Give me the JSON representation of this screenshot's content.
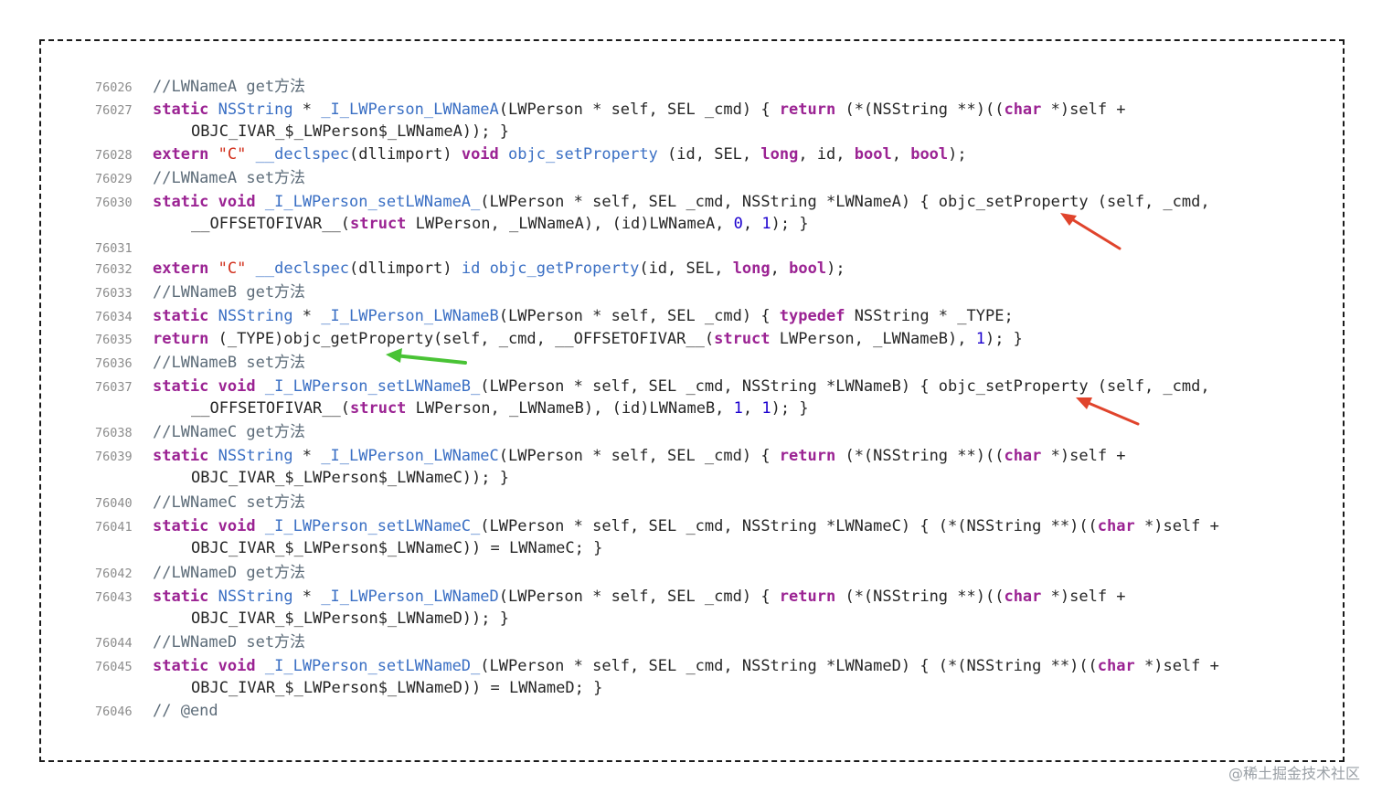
{
  "code": {
    "lines": [
      {
        "n": "76026",
        "parts": [
          {
            "t": "//LWNameA get方法",
            "c": "cm"
          }
        ]
      },
      {
        "n": "76027",
        "parts": [
          {
            "t": "static",
            "c": "kw"
          },
          {
            "t": " "
          },
          {
            "t": "NSString",
            "c": "ty"
          },
          {
            "t": " * "
          },
          {
            "t": "_I_LWPerson_LWNameA",
            "c": "ty"
          },
          {
            "t": "(LWPerson * self, SEL _cmd) { "
          },
          {
            "t": "return",
            "c": "kw"
          },
          {
            "t": " (*(NSString **)(("
          },
          {
            "t": "char",
            "c": "kw"
          },
          {
            "t": " *)self +"
          }
        ]
      },
      {
        "n": "",
        "cont": true,
        "parts": [
          {
            "t": "OBJC_IVAR_$_LWPerson$_LWNameA)); }"
          }
        ]
      },
      {
        "n": "76028",
        "parts": [
          {
            "t": "extern",
            "c": "kw"
          },
          {
            "t": " "
          },
          {
            "t": "\"C\"",
            "c": "str"
          },
          {
            "t": " "
          },
          {
            "t": "__declspec",
            "c": "ty"
          },
          {
            "t": "(dllimport) "
          },
          {
            "t": "void",
            "c": "kw"
          },
          {
            "t": " "
          },
          {
            "t": "objc_setProperty",
            "c": "ty"
          },
          {
            "t": " (id, SEL, "
          },
          {
            "t": "long",
            "c": "kw"
          },
          {
            "t": ", id, "
          },
          {
            "t": "bool",
            "c": "kw"
          },
          {
            "t": ", "
          },
          {
            "t": "bool",
            "c": "kw"
          },
          {
            "t": ");"
          }
        ]
      },
      {
        "n": "76029",
        "parts": [
          {
            "t": "//LWNameA set方法",
            "c": "cm"
          }
        ]
      },
      {
        "n": "76030",
        "parts": [
          {
            "t": "static",
            "c": "kw"
          },
          {
            "t": " "
          },
          {
            "t": "void",
            "c": "kw"
          },
          {
            "t": " "
          },
          {
            "t": "_I_LWPerson_setLWNameA_",
            "c": "ty"
          },
          {
            "t": "(LWPerson * self, SEL _cmd, NSString *LWNameA) { objc_setProperty (self, _cmd,"
          }
        ]
      },
      {
        "n": "",
        "cont": true,
        "parts": [
          {
            "t": "__OFFSETOFIVAR__("
          },
          {
            "t": "struct",
            "c": "kw"
          },
          {
            "t": " LWPerson, _LWNameA), (id)LWNameA, "
          },
          {
            "t": "0",
            "c": "num"
          },
          {
            "t": ", "
          },
          {
            "t": "1",
            "c": "num"
          },
          {
            "t": "); }"
          }
        ]
      },
      {
        "n": "76031",
        "parts": []
      },
      {
        "n": "76032",
        "parts": [
          {
            "t": "extern",
            "c": "kw"
          },
          {
            "t": " "
          },
          {
            "t": "\"C\"",
            "c": "str"
          },
          {
            "t": " "
          },
          {
            "t": "__declspec",
            "c": "ty"
          },
          {
            "t": "(dllimport) "
          },
          {
            "t": "id",
            "c": "ty"
          },
          {
            "t": " "
          },
          {
            "t": "objc_getProperty",
            "c": "ty"
          },
          {
            "t": "(id, SEL, "
          },
          {
            "t": "long",
            "c": "kw"
          },
          {
            "t": ", "
          },
          {
            "t": "bool",
            "c": "kw"
          },
          {
            "t": ");"
          }
        ]
      },
      {
        "n": "76033",
        "parts": [
          {
            "t": "//LWNameB get方法",
            "c": "cm"
          }
        ]
      },
      {
        "n": "76034",
        "parts": [
          {
            "t": "static",
            "c": "kw"
          },
          {
            "t": " "
          },
          {
            "t": "NSString",
            "c": "ty"
          },
          {
            "t": " * "
          },
          {
            "t": "_I_LWPerson_LWNameB",
            "c": "ty"
          },
          {
            "t": "(LWPerson * self, SEL _cmd) { "
          },
          {
            "t": "typedef",
            "c": "kw"
          },
          {
            "t": " NSString * _TYPE;"
          }
        ]
      },
      {
        "n": "76035",
        "parts": [
          {
            "t": "return",
            "c": "kw"
          },
          {
            "t": " (_TYPE)objc_getProperty(self, _cmd, __OFFSETOFIVAR__("
          },
          {
            "t": "struct",
            "c": "kw"
          },
          {
            "t": " LWPerson, _LWNameB), "
          },
          {
            "t": "1",
            "c": "num"
          },
          {
            "t": "); }"
          }
        ]
      },
      {
        "n": "76036",
        "parts": [
          {
            "t": "//LWNameB set方法",
            "c": "cm"
          }
        ]
      },
      {
        "n": "76037",
        "parts": [
          {
            "t": "static",
            "c": "kw"
          },
          {
            "t": " "
          },
          {
            "t": "void",
            "c": "kw"
          },
          {
            "t": " "
          },
          {
            "t": "_I_LWPerson_setLWNameB_",
            "c": "ty"
          },
          {
            "t": "(LWPerson * self, SEL _cmd, NSString *LWNameB) { objc_setProperty (self, _cmd,"
          }
        ]
      },
      {
        "n": "",
        "cont": true,
        "parts": [
          {
            "t": "__OFFSETOFIVAR__("
          },
          {
            "t": "struct",
            "c": "kw"
          },
          {
            "t": " LWPerson, _LWNameB), (id)LWNameB, "
          },
          {
            "t": "1",
            "c": "num"
          },
          {
            "t": ", "
          },
          {
            "t": "1",
            "c": "num"
          },
          {
            "t": "); }"
          }
        ]
      },
      {
        "n": "76038",
        "parts": [
          {
            "t": "//LWNameC get方法",
            "c": "cm"
          }
        ]
      },
      {
        "n": "76039",
        "parts": [
          {
            "t": "static",
            "c": "kw"
          },
          {
            "t": " "
          },
          {
            "t": "NSString",
            "c": "ty"
          },
          {
            "t": " * "
          },
          {
            "t": "_I_LWPerson_LWNameC",
            "c": "ty"
          },
          {
            "t": "(LWPerson * self, SEL _cmd) { "
          },
          {
            "t": "return",
            "c": "kw"
          },
          {
            "t": " (*(NSString **)(("
          },
          {
            "t": "char",
            "c": "kw"
          },
          {
            "t": " *)self +"
          }
        ]
      },
      {
        "n": "",
        "cont": true,
        "parts": [
          {
            "t": "OBJC_IVAR_$_LWPerson$_LWNameC)); }"
          }
        ]
      },
      {
        "n": "76040",
        "parts": [
          {
            "t": "//LWNameC set方法",
            "c": "cm"
          }
        ]
      },
      {
        "n": "76041",
        "parts": [
          {
            "t": "static",
            "c": "kw"
          },
          {
            "t": " "
          },
          {
            "t": "void",
            "c": "kw"
          },
          {
            "t": " "
          },
          {
            "t": "_I_LWPerson_setLWNameC_",
            "c": "ty"
          },
          {
            "t": "(LWPerson * self, SEL _cmd, NSString *LWNameC) { (*(NSString **)(("
          },
          {
            "t": "char",
            "c": "kw"
          },
          {
            "t": " *)self +"
          }
        ]
      },
      {
        "n": "",
        "cont": true,
        "parts": [
          {
            "t": "OBJC_IVAR_$_LWPerson$_LWNameC)) = LWNameC; }"
          }
        ]
      },
      {
        "n": "76042",
        "parts": [
          {
            "t": "//LWNameD get方法",
            "c": "cm"
          }
        ]
      },
      {
        "n": "76043",
        "parts": [
          {
            "t": "static",
            "c": "kw"
          },
          {
            "t": " "
          },
          {
            "t": "NSString",
            "c": "ty"
          },
          {
            "t": " * "
          },
          {
            "t": "_I_LWPerson_LWNameD",
            "c": "ty"
          },
          {
            "t": "(LWPerson * self, SEL _cmd) { "
          },
          {
            "t": "return",
            "c": "kw"
          },
          {
            "t": " (*(NSString **)(("
          },
          {
            "t": "char",
            "c": "kw"
          },
          {
            "t": " *)self +"
          }
        ]
      },
      {
        "n": "",
        "cont": true,
        "parts": [
          {
            "t": "OBJC_IVAR_$_LWPerson$_LWNameD)); }"
          }
        ]
      },
      {
        "n": "76044",
        "parts": [
          {
            "t": "//LWNameD set方法",
            "c": "cm"
          }
        ]
      },
      {
        "n": "76045",
        "parts": [
          {
            "t": "static",
            "c": "kw"
          },
          {
            "t": " "
          },
          {
            "t": "void",
            "c": "kw"
          },
          {
            "t": " "
          },
          {
            "t": "_I_LWPerson_setLWNameD_",
            "c": "ty"
          },
          {
            "t": "(LWPerson * self, SEL _cmd, NSString *LWNameD) { (*(NSString **)(("
          },
          {
            "t": "char",
            "c": "kw"
          },
          {
            "t": " *)self +"
          }
        ]
      },
      {
        "n": "",
        "cont": true,
        "parts": [
          {
            "t": "OBJC_IVAR_$_LWPerson$_LWNameD)) = LWNameD; }"
          }
        ]
      },
      {
        "n": "76046",
        "parts": [
          {
            "t": "// @end",
            "c": "cm"
          }
        ]
      }
    ]
  },
  "annotations": {
    "red_arrow_color": "#e0442c",
    "green_arrow_color": "#49c335"
  },
  "watermark": "@稀土掘金技术社区"
}
